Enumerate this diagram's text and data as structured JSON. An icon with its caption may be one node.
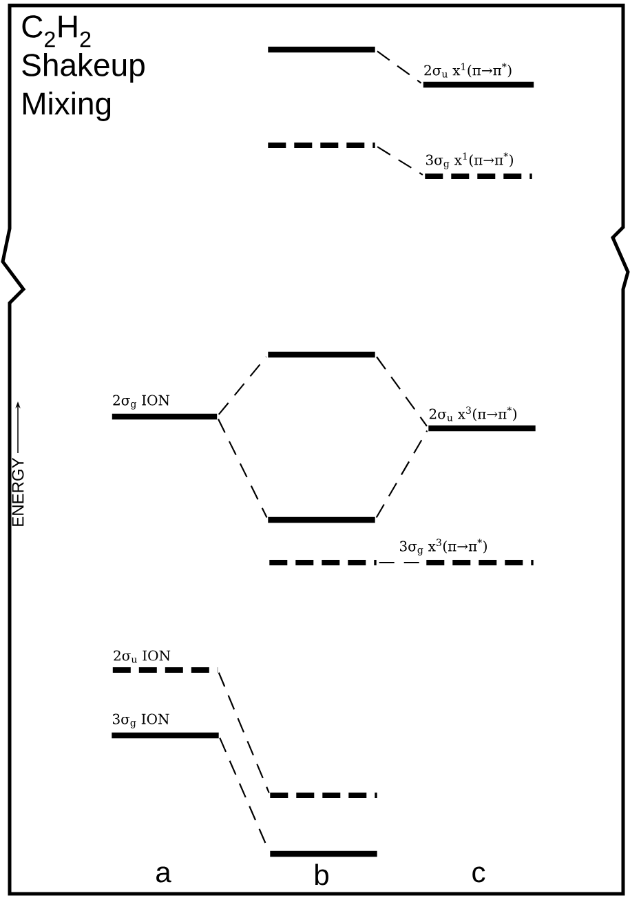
{
  "diagram": {
    "title": "C$_{2}$H$_{2}$ Shakeup Mixing",
    "nodes": [
      {
        "text": [],
        "shape": "bar"
      },
      {
        "text": [
          "2σ$_{u}$ x$^{1}$(π→π$^{*}$)"
        ]
      },
      {
        "text": [],
        "shape": "bar"
      },
      {
        "text": [
          "3σ$_{g}$ x$^{1}$(π→π$^{*}$)"
        ]
      },
      {
        "text": [
          "2σ$_{g}$ ION"
        ]
      },
      {
        "text": [],
        "shape": "bar"
      },
      {
        "text": [],
        "shape": "bar"
      },
      {
        "text": [
          "2σ$_{u}$ x$^{3}$(π→π$^{*}$)"
        ]
      },
      {
        "text": [],
        "shape": "bar"
      },
      {
        "text": [
          "3σ$_{g}$ x$^{3}$(π→π$^{*}$)"
        ]
      },
      {
        "text": [
          "2σ$_{u}$ ION"
        ]
      },
      {
        "text": [
          "3σ$_{g}$ ION"
        ]
      },
      {
        "text": [],
        "shape": "bar"
      },
      {
        "text": [],
        "shape": "bar"
      }
    ],
    "edges": [
      {
        "from": 0,
        "to": 1,
        "arrow": "none",
        "style": "dashed"
      },
      {
        "from": 2,
        "to": 3,
        "arrow": "none",
        "style": "dashed"
      },
      {
        "from": 4,
        "to": 5,
        "arrow": "none",
        "style": "dashed"
      },
      {
        "from": 4,
        "to": 6,
        "arrow": "none",
        "style": "dashed"
      },
      {
        "from": 5,
        "to": 7,
        "arrow": "none",
        "style": "dashed"
      },
      {
        "from": 6,
        "to": 7,
        "arrow": "none",
        "style": "dashed"
      },
      {
        "from": 8,
        "to": 9,
        "arrow": "none",
        "style": "dashed"
      },
      {
        "from": 10,
        "to": 12,
        "arrow": "none",
        "style": "dashed"
      },
      {
        "from": 11,
        "to": 13,
        "arrow": "none",
        "style": "dashed"
      }
    ],
    "labels": [
      "ENERGY",
      "a",
      "b",
      "c"
    ]
  }
}
